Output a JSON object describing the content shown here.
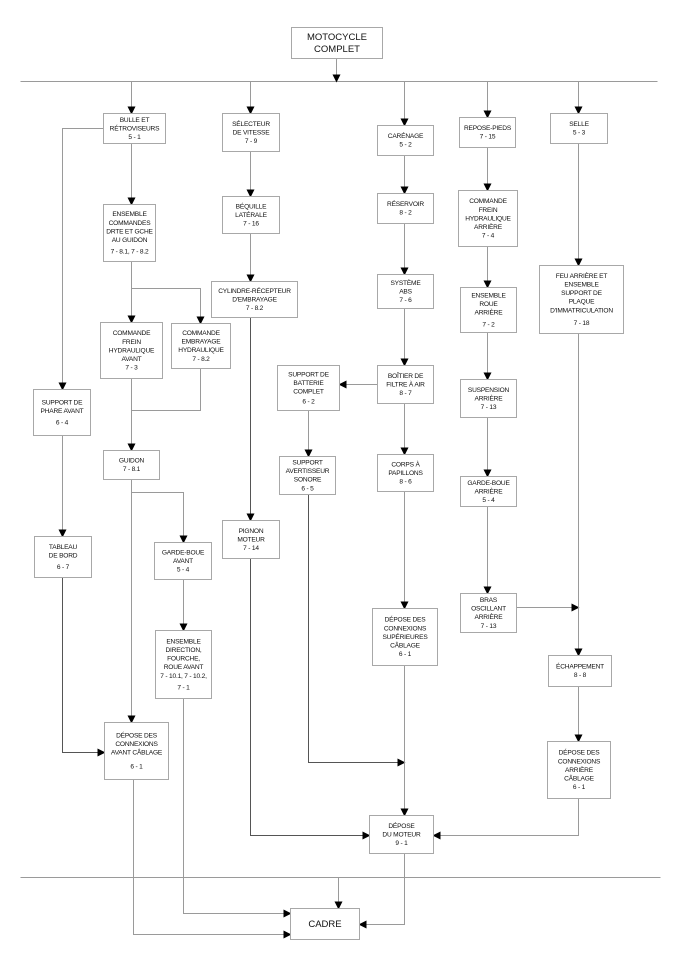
{
  "diagram": {
    "title": "Motocycle disassembly sequence",
    "nodes": {
      "motocycle": {
        "lines": [
          "MOTOCYCLE",
          "COMPLET"
        ]
      },
      "bulle": {
        "lines": [
          "BULLE ET",
          "RÉTROVISEURS",
          "5 - 1"
        ]
      },
      "selecteur": {
        "lines": [
          "SÉLECTEUR",
          "DE VITESSE",
          "7 - 9"
        ]
      },
      "carenage": {
        "lines": [
          "CARÉNAGE",
          "5 - 2"
        ]
      },
      "repose": {
        "lines": [
          "REPOSE-PIEDS",
          "7 - 15"
        ]
      },
      "selle": {
        "lines": [
          "SELLE",
          "5 - 3"
        ]
      },
      "commandes": {
        "lines": [
          "ENSEMBLE",
          "COMMANDES",
          "DRTE ET GCHE",
          "AU GUIDON",
          "7 - 8.1, 7 - 8.2"
        ]
      },
      "bequille": {
        "lines": [
          "BÉQUILLE",
          "LATÉRALE",
          "7 - 16"
        ]
      },
      "reservoir": {
        "lines": [
          "RÉSERVOIR",
          "8 - 2"
        ]
      },
      "freinarr": {
        "lines": [
          "COMMANDE",
          "FREIN",
          "HYDRAULIQUE",
          "ARRIÈRE",
          "7 - 4"
        ]
      },
      "cylindre": {
        "lines": [
          "CYLINDRE-RÉCEPTEUR",
          "D'EMBRAYAGE",
          "7 - 8.2"
        ]
      },
      "abs": {
        "lines": [
          "SYSTÈME",
          "ABS",
          "7 - 6"
        ]
      },
      "roue": {
        "lines": [
          "ENSEMBLE",
          "ROUE",
          "ARRIÈRE",
          "7 - 2"
        ]
      },
      "feu": {
        "lines": [
          "FEU ARRIÈRE ET",
          "ENSEMBLE",
          "SUPPORT DE",
          "PLAQUE",
          "D'IMMATRICULATION",
          "7 - 18"
        ]
      },
      "freinav": {
        "lines": [
          "COMMANDE",
          "FREIN",
          "HYDRAULIQUE",
          "AVANT",
          "7 - 3"
        ]
      },
      "embrayage": {
        "lines": [
          "COMMANDE",
          "EMBRAYAGE",
          "HYDRAULIQUE",
          "7 - 8.2"
        ]
      },
      "phare": {
        "lines": [
          "SUPPORT DE",
          "PHARE AVANT",
          "6 - 4"
        ]
      },
      "batterie": {
        "lines": [
          "SUPPORT DE",
          "BATTERIE",
          "COMPLET",
          "6 - 2"
        ]
      },
      "boitier": {
        "lines": [
          "BOÎTIER DE",
          "FILTRE À AIR",
          "8 - 7"
        ]
      },
      "suspension": {
        "lines": [
          "SUSPENSION",
          "ARRIÈRE",
          "7 - 13"
        ]
      },
      "guidon": {
        "lines": [
          "GUIDON",
          "7 - 8.1"
        ]
      },
      "avertisseur": {
        "lines": [
          "SUPPORT",
          "AVERTISSEUR",
          "SONORE",
          "6 - 5"
        ]
      },
      "corps": {
        "lines": [
          "CORPS À",
          "PAPILLONS",
          "8 - 6"
        ]
      },
      "gardeboarr": {
        "lines": [
          "GARDE-BOUE",
          "ARRIÈRE",
          "5 - 4"
        ]
      },
      "tableau": {
        "lines": [
          "TABLEAU",
          "DE BORD",
          "6 - 7"
        ]
      },
      "pignon": {
        "lines": [
          "PIGNON",
          "MOTEUR",
          "7 - 14"
        ]
      },
      "gardeboav": {
        "lines": [
          "GARDE-BOUE",
          "AVANT",
          "5 - 4"
        ]
      },
      "bras": {
        "lines": [
          "BRAS",
          "OSCILLANT",
          "ARRIÈRE",
          "7 - 13"
        ]
      },
      "superieures": {
        "lines": [
          "DÉPOSE DES",
          "CONNEXIONS",
          "SUPÉRIEURES",
          "CÂBLAGE",
          "6 - 1"
        ]
      },
      "direction": {
        "lines": [
          "ENSEMBLE",
          "DIRECTION,",
          "FOURCHE,",
          "ROUE AVANT",
          "7 - 10.1,  7 - 10.2,",
          "7 - 1"
        ]
      },
      "echappement": {
        "lines": [
          "ÉCHAPPEMENT",
          "8 - 8"
        ]
      },
      "avantcab": {
        "lines": [
          "DÉPOSE DES",
          "CONNEXIONS",
          "AVANT CÂBLAGE",
          "6 - 1"
        ]
      },
      "arrierecab": {
        "lines": [
          "DÉPOSE DES",
          "CONNEXIONS",
          "ARRIÈRE",
          "CÂBLAGE",
          "6 - 1"
        ]
      },
      "moteur": {
        "lines": [
          "DÉPOSE",
          "DU MOTEUR",
          "9 - 1"
        ]
      },
      "cadre": {
        "lines": [
          "CADRE"
        ]
      }
    }
  }
}
